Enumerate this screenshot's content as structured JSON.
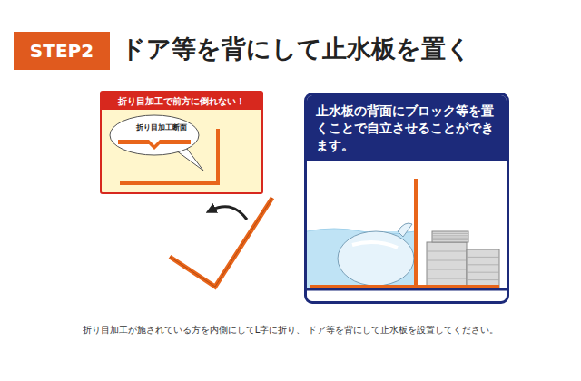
{
  "diagram": {
    "title": "ドア等を背にして止水板を置く",
    "caption": "折り目加工が施されている方を内側にしてL字に折り、 ドア等を背にして止水板を設置してください。",
    "nodes": [
      {
        "text": [
          "STEP2"
        ]
      },
      {
        "text": [
          "折り目加工で前方に倒れない！"
        ]
      },
      {
        "text": [
          "折り目加工断面"
        ],
        "in": 1
      },
      {
        "text": [
          "止水板の背面にブロック等を置くことで自立させることができます。"
        ]
      }
    ]
  }
}
